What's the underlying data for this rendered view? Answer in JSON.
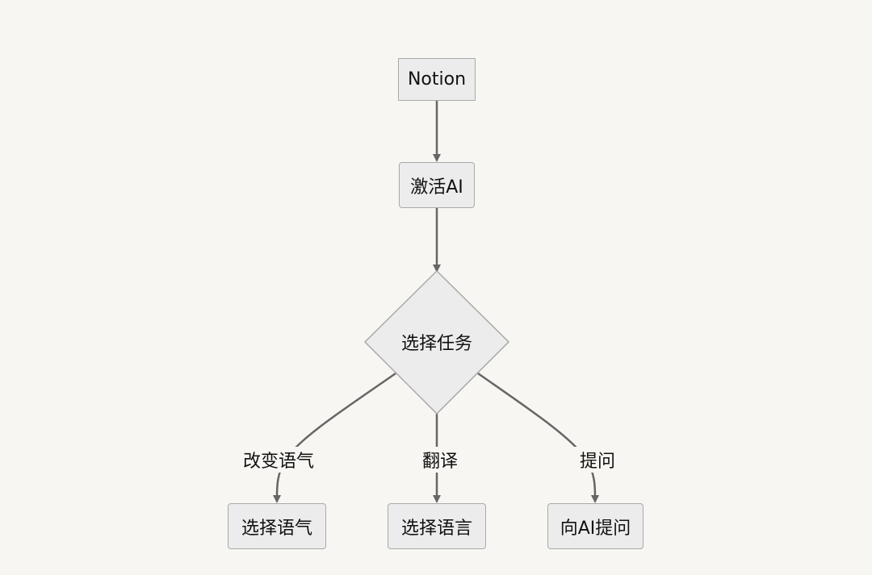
{
  "diagram": {
    "nodes": {
      "notion": "Notion",
      "activate_ai": "激活AI",
      "select_task": "选择任务",
      "select_tone": "选择语气",
      "select_language": "选择语言",
      "ask_ai": "向AI提问"
    },
    "edge_labels": {
      "change_tone": "改变语气",
      "translate": "翻译",
      "ask": "提问"
    }
  },
  "colors": {
    "background": "#f7f6f2",
    "node_fill": "#ececec",
    "node_border": "#a9a9a9",
    "edge": "#666666"
  }
}
